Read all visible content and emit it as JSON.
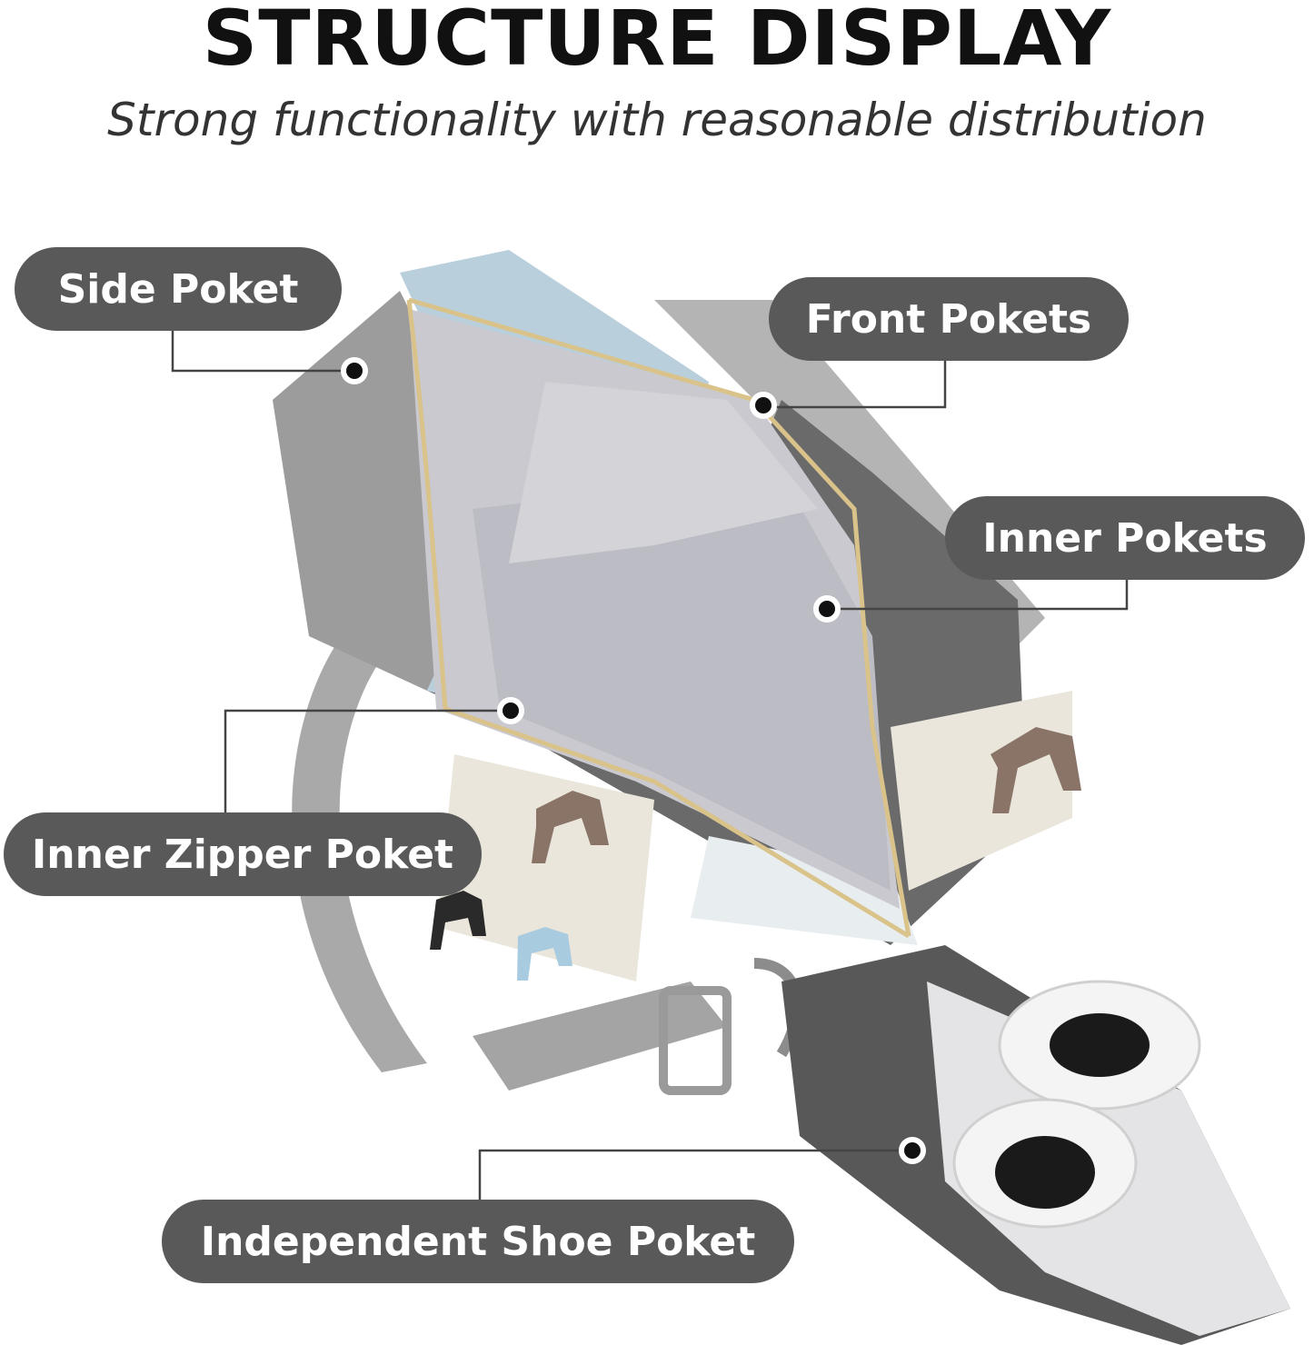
{
  "header": {
    "title": "STRUCTURE DISPLAY",
    "subtitle": "Strong functionality with reasonable distribution"
  },
  "callouts": {
    "side": "Side Poket",
    "front": "Front Pokets",
    "inner": "Inner Pokets",
    "zipper": "Inner Zipper Poket",
    "shoe": "Independent Shoe Poket"
  },
  "colors": {
    "pill": "#595959",
    "leader": "#444444",
    "bag_gray": "#8a8a8a",
    "bag_blue": "#b9cfdc",
    "lining": "#c9c9cf",
    "beige": "#ebe6dc",
    "horse": "#8a7468"
  }
}
